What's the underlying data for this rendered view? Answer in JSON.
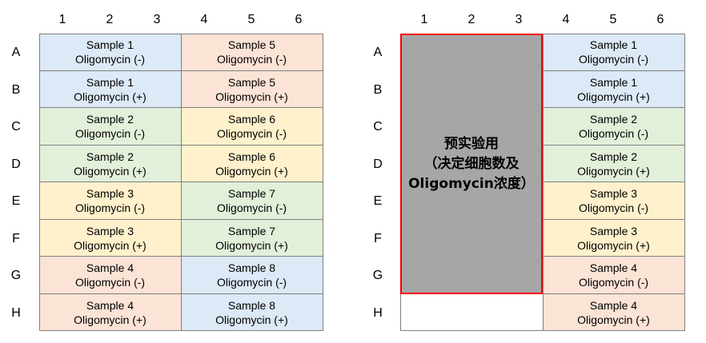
{
  "columns": [
    "1",
    "2",
    "3",
    "4",
    "5",
    "6"
  ],
  "rows": [
    "A",
    "B",
    "C",
    "D",
    "E",
    "F",
    "G",
    "H"
  ],
  "colors": {
    "blue": "#dce9f6",
    "orange": "#fbe3d5",
    "green": "#e2efd9",
    "yellow": "#fff1cc",
    "gray": "#a6a6a6",
    "highlight_border": "#ff0000",
    "grid": "#7f7f7f"
  },
  "left_plate": {
    "left_block": [
      {
        "line1": "Sample 1",
        "line2": "Oligomycin (-)",
        "color": "blue"
      },
      {
        "line1": "Sample 1",
        "line2": "Oligomycin (+)",
        "color": "blue"
      },
      {
        "line1": "Sample 2",
        "line2": "Oligomycin (-)",
        "color": "green"
      },
      {
        "line1": "Sample 2",
        "line2": "Oligomycin (+)",
        "color": "green"
      },
      {
        "line1": "Sample 3",
        "line2": "Oligomycin (-)",
        "color": "yellow"
      },
      {
        "line1": "Sample 3",
        "line2": "Oligomycin (+)",
        "color": "yellow"
      },
      {
        "line1": "Sample 4",
        "line2": "Oligomycin (-)",
        "color": "orange"
      },
      {
        "line1": "Sample 4",
        "line2": "Oligomycin (+)",
        "color": "orange"
      }
    ],
    "right_block": [
      {
        "line1": "Sample 5",
        "line2": "Oligomycin (-)",
        "color": "orange"
      },
      {
        "line1": "Sample 5",
        "line2": "Oligomycin (+)",
        "color": "orange"
      },
      {
        "line1": "Sample 6",
        "line2": "Oligomycin (-)",
        "color": "yellow"
      },
      {
        "line1": "Sample 6",
        "line2": "Oligomycin (+)",
        "color": "yellow"
      },
      {
        "line1": "Sample 7",
        "line2": "Oligomycin (-)",
        "color": "green"
      },
      {
        "line1": "Sample 7",
        "line2": "Oligomycin (+)",
        "color": "green"
      },
      {
        "line1": "Sample 8",
        "line2": "Oligomycin (-)",
        "color": "blue"
      },
      {
        "line1": "Sample 8",
        "line2": "Oligomycin (+)",
        "color": "blue"
      }
    ]
  },
  "right_plate": {
    "preexperiment_label": [
      "预实验用",
      "（决定细胞数及",
      "Oligomycin浓度）"
    ],
    "right_block": [
      {
        "line1": "Sample 1",
        "line2": "Oligomycin (-)",
        "color": "blue"
      },
      {
        "line1": "Sample 1",
        "line2": "Oligomycin (+)",
        "color": "blue"
      },
      {
        "line1": "Sample 2",
        "line2": "Oligomycin (-)",
        "color": "green"
      },
      {
        "line1": "Sample 2",
        "line2": "Oligomycin (+)",
        "color": "green"
      },
      {
        "line1": "Sample 3",
        "line2": "Oligomycin (-)",
        "color": "yellow"
      },
      {
        "line1": "Sample 3",
        "line2": "Oligomycin (+)",
        "color": "yellow"
      },
      {
        "line1": "Sample 4",
        "line2": "Oligomycin (-)",
        "color": "orange"
      },
      {
        "line1": "Sample 4",
        "line2": "Oligomycin (+)",
        "color": "orange"
      }
    ]
  }
}
